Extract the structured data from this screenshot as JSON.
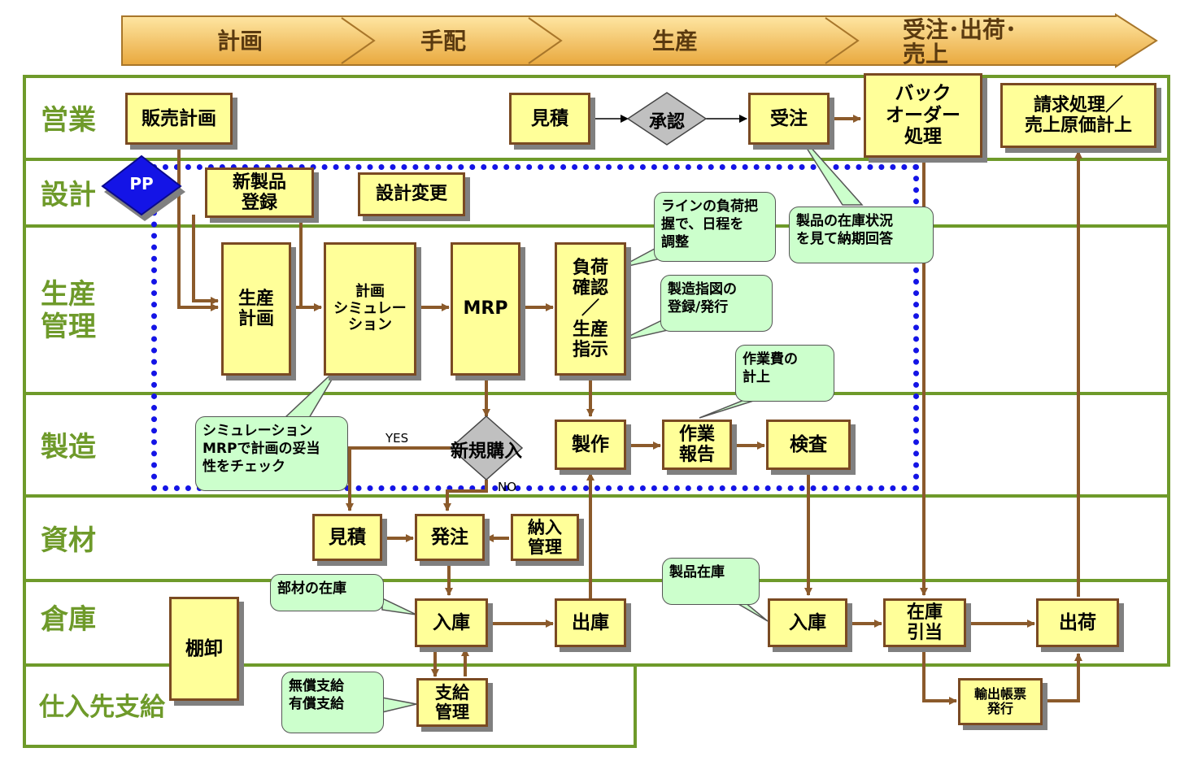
{
  "phases": [
    "計画",
    "手配",
    "生産",
    "受注･出荷･\n売上"
  ],
  "lanes": {
    "sales": "営業",
    "design": "設計",
    "production_control": "生産\n管理",
    "manufacturing": "製造",
    "materials": "資材",
    "warehouse": "倉庫",
    "supplier": "仕入先支給"
  },
  "badge": "PP",
  "nodes": {
    "sales_plan": "販売計画",
    "quotation_sales": "見積",
    "approval": "承認",
    "order_received": "受注",
    "back_order": "バック\nオーダー\n処理",
    "billing": "請求処理／\n売上原価計上",
    "new_product": "新製品\n登録",
    "design_change": "設計変更",
    "production_plan": "生産\n計画",
    "plan_simulation": "計画\nシミュレー\nション",
    "mrp": "MRP",
    "load_check": "負荷\n確認\n／\n生産\n指示",
    "new_purchase": "新規購入",
    "fabrication": "製作",
    "work_report": "作業\n報告",
    "inspection": "検査",
    "quotation_materials": "見積",
    "purchase_order": "発注",
    "delivery_mgmt": "納入\n管理",
    "receiving_parts": "入庫",
    "issuing": "出庫",
    "receiving_products": "入庫",
    "stock_allocation": "在庫\n引当",
    "shipping": "出荷",
    "stocktaking": "棚卸",
    "supply_mgmt": "支給\n管理",
    "export_docs": "輸出帳票\n発行"
  },
  "notes": {
    "line_load": "ラインの負荷把\n握で、日程を\n調整",
    "stock_status": "製品の在庫状況\nを見て納期回答",
    "mfg_order": "製造指図の\n登録/発行",
    "work_cost": "作業費の\n計上",
    "simulation_check": "シミュレーション\nMRPで計画の妥当\n性をチェック",
    "parts_stock": "部材の在庫",
    "product_stock": "製品在庫",
    "supply_types": "無償支給\n有償支給"
  },
  "branch_labels": {
    "yes": "YES",
    "no": "NO"
  },
  "colors": {
    "lane_border": "#6e9a2a",
    "box_fill": "#ffff99",
    "box_border": "#7a4a22",
    "note_fill": "#ccffcc",
    "connector": "#8b5a2b",
    "pp_scope": "#1414e6",
    "decision_fill": "#c0c0c0",
    "phase_fill": "#f5c66a"
  }
}
